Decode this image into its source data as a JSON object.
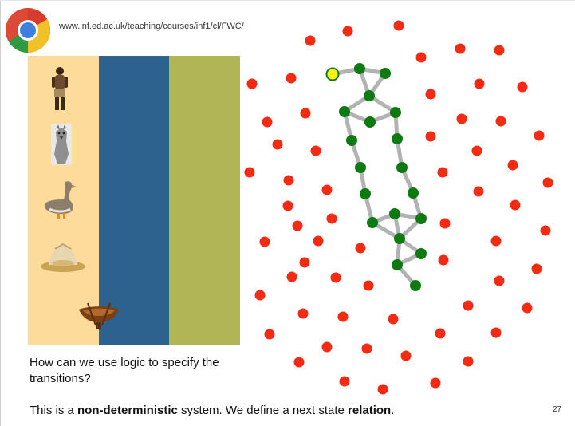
{
  "header": {
    "url": "www.inf.ed.ac.uk/teaching/courses/inf1/cl/FWC/"
  },
  "scene": {
    "bank_left_color": "#fddb9a",
    "river_color": "#2d628f",
    "bank_right_color": "#b1b556",
    "items": [
      "farmer-icon",
      "wolf-icon",
      "goose-icon",
      "grain-icon",
      "boat-icon"
    ]
  },
  "graph": {
    "state_color": "#f52a12",
    "path_color": "#0e7a12",
    "start_color": "#fff21a",
    "edge_color": "#b3b3b3"
  },
  "text": {
    "question": "How can we use logic to specify the transitions?",
    "footer_1": "This is a ",
    "footer_bold_1": "non-deterministic",
    "footer_2": " system. We define a next state ",
    "footer_bold_2": "relation",
    "footer_3": ".",
    "page_number": "27"
  }
}
